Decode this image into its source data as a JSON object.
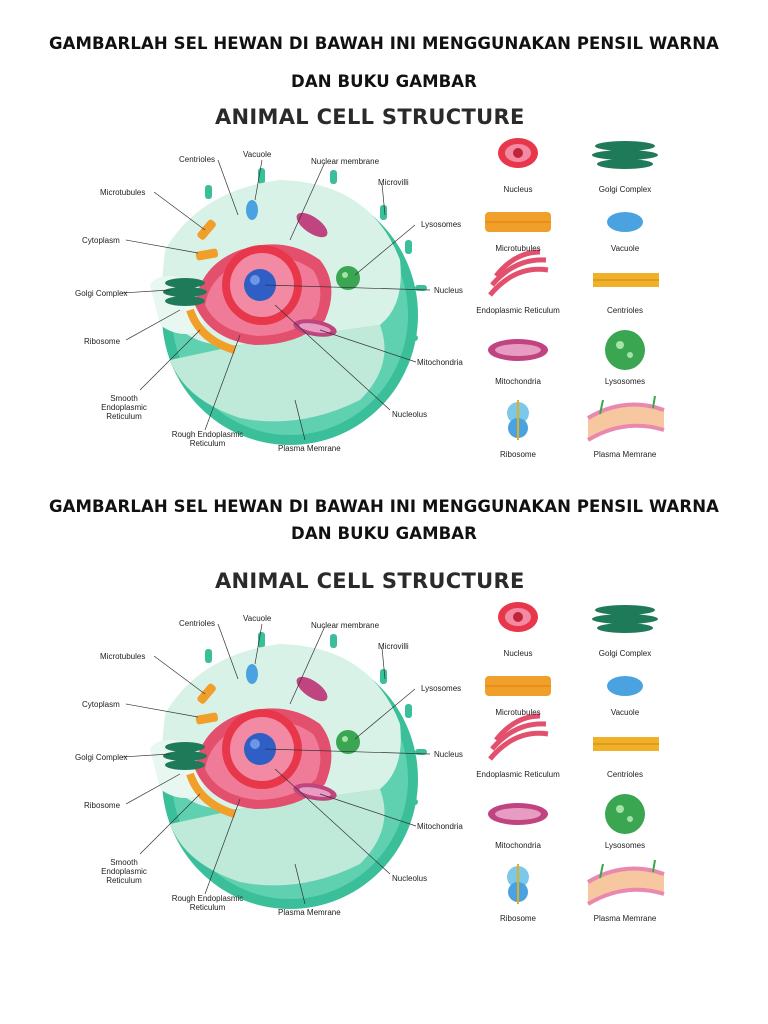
{
  "instructions": {
    "line1": "GAMBARLAH SEL HEWAN DI BAWAH INI MENGGUNAKAN PENSIL WARNA",
    "line2": "DAN BUKU GAMBAR"
  },
  "poster": {
    "title": "ANIMAL CELL STRUCTURE",
    "labels": {
      "centrioles": "Centrioles",
      "vacuole": "Vacuole",
      "nuclear_membrane": "Nuclear membrane",
      "microvilli": "Microvilli",
      "microtubules": "Microtubules",
      "lysosomes": "Lysosomes",
      "cytoplasm": "Cytoplasm",
      "golgi_complex": "Golgi Complex",
      "nucleus": "Nucleus",
      "ribosome": "Ribosome",
      "mitochondria": "Mitochondria",
      "smooth_er_1": "Smooth",
      "smooth_er_2": "Endoplasmic",
      "smooth_er_3": "Reticulum",
      "nucleolus": "Nucleolus",
      "rough_er_1": "Rough Endoplasmic",
      "rough_er_2": "Reticulum",
      "plasma_membrane": "Plasma Memrane"
    },
    "legend": {
      "nucleus": "Nucleus",
      "golgi": "Golgi Complex",
      "microtubules": "Microtubules",
      "vacuole": "Vacuole",
      "er": "Endoplasmic Reticulum",
      "centrioles": "Centrioles",
      "mitochondria": "Mitochondria",
      "lysosomes": "Lysosomes",
      "ribosome": "Ribosome",
      "plasma_membrane": "Plasma Memrane"
    }
  },
  "colors": {
    "cell_outer": "#3bbf9a",
    "cell_inner": "#d8f2e8",
    "nucleus_outer": "#e8374a",
    "nucleus_inner": "#f28aa3",
    "nucleolus": "#2f5fc4",
    "golgi": "#1f7a5a",
    "er": "#e2506e",
    "microtubule": "#f0a02a",
    "mitochondria": "#c0447f",
    "lysosome": "#3aa651",
    "vacuole": "#4aa3e0"
  }
}
